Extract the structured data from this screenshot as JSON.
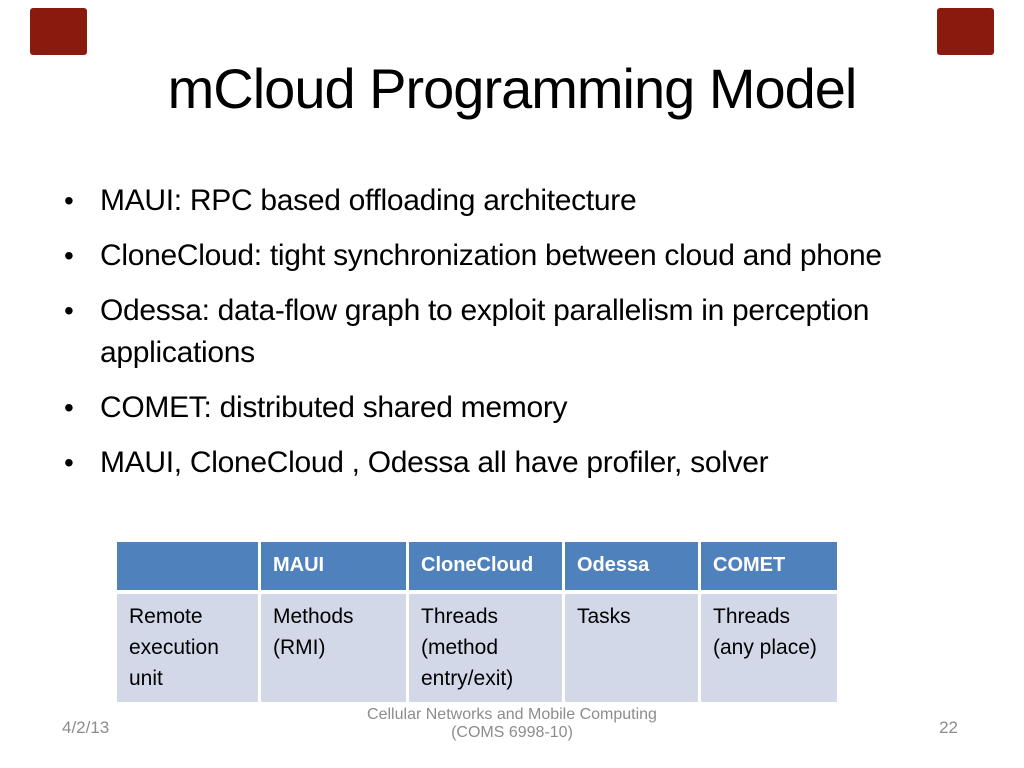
{
  "slide": {
    "title": "mCloud Programming Model",
    "bullets": [
      "MAUI: RPC based offloading architecture",
      "CloneCloud: tight synchronization between cloud and phone",
      "Odessa: data-flow graph to exploit parallelism in perception applications",
      "COMET: distributed shared memory",
      "MAUI, CloneCloud , Odessa all have profiler, solver"
    ],
    "table": {
      "headers": [
        "",
        "MAUI",
        "CloneCloud",
        "Odessa",
        "COMET"
      ],
      "rows": [
        [
          "Remote execution unit",
          "Methods (RMI)",
          "Threads (method entry/exit)",
          "Tasks",
          "Threads (any place)"
        ]
      ]
    },
    "footer": {
      "date": "4/2/13",
      "course_line1": "Cellular Networks and Mobile Computing",
      "course_line2": "(COMS 6998-10)",
      "page_number": "22"
    },
    "colors": {
      "accent_red": "#8B1A0E",
      "table_header_bg": "#4F81BD",
      "table_body_bg": "#D2D8E7",
      "footer_text": "#8C8C8C"
    }
  }
}
